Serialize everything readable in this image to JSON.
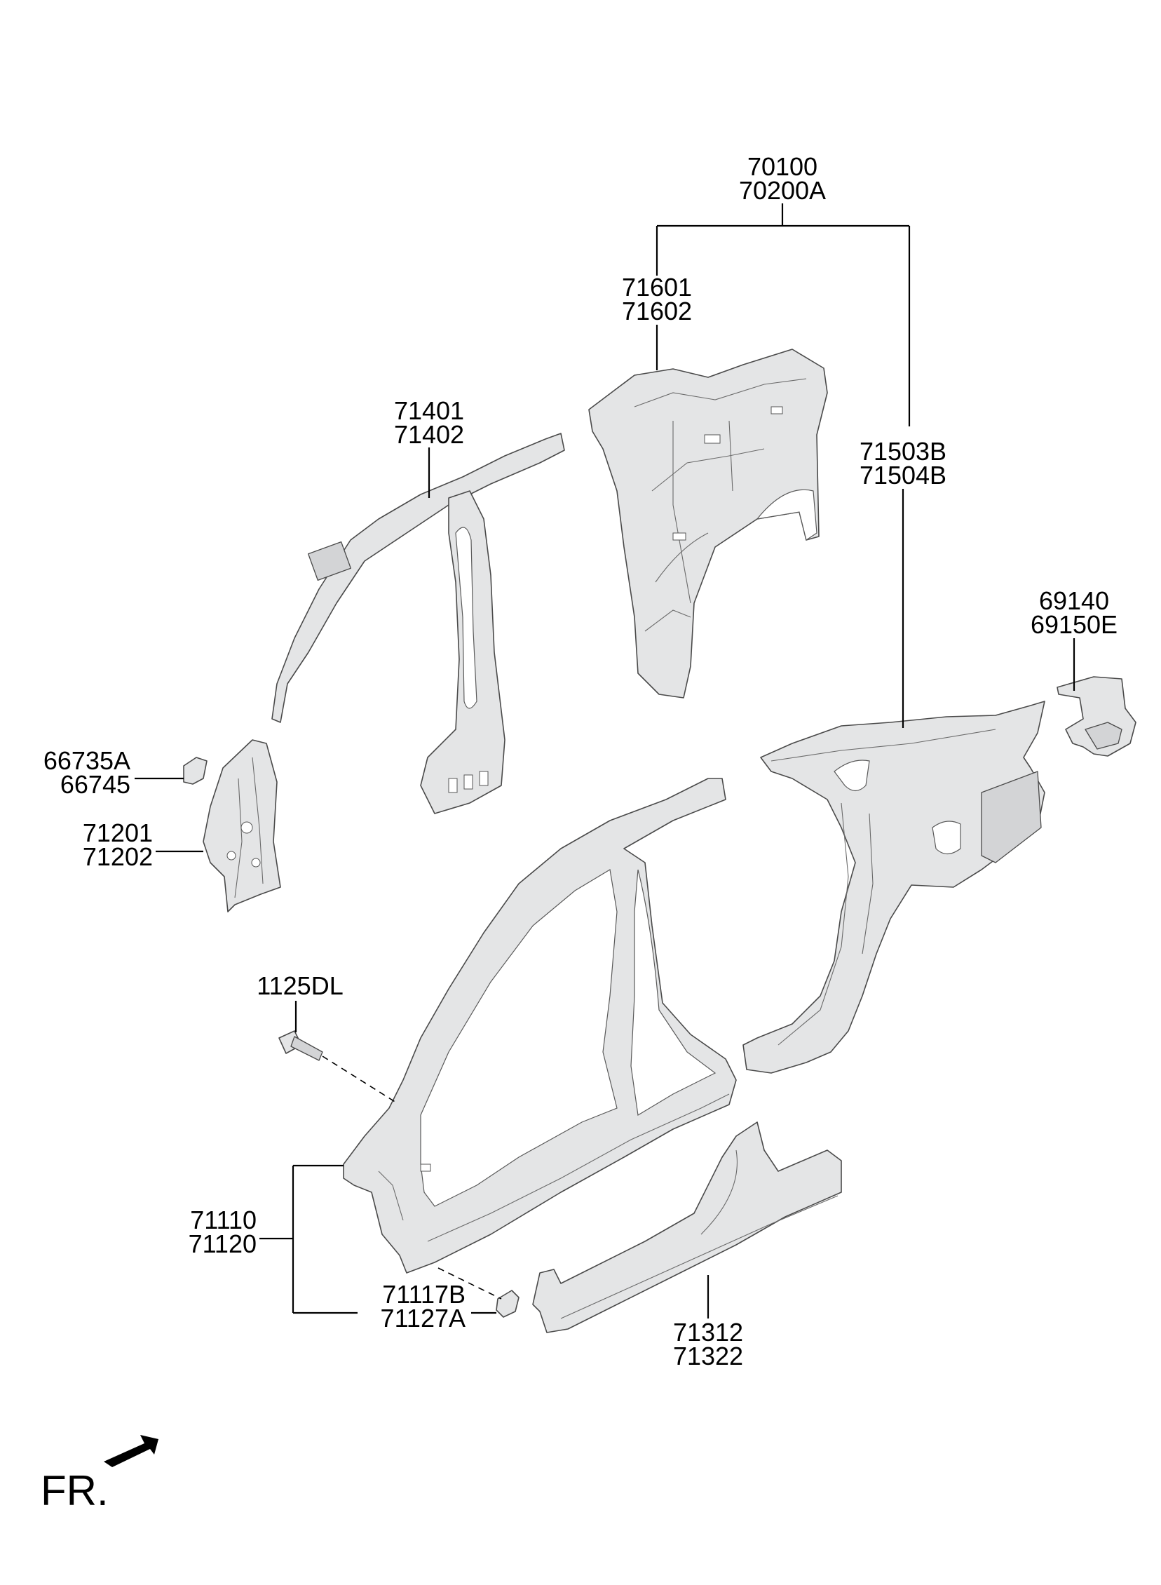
{
  "title": "",
  "labels": {
    "assembly": [
      "70100",
      "70200A"
    ],
    "wheelhouse": [
      "71601",
      "71602"
    ],
    "quarter_panel": [
      "71503B",
      "71504B"
    ],
    "roof_rail": [
      "71401",
      "71402"
    ],
    "bracket_top_right": [
      "69140",
      "69150E"
    ],
    "cowl_bracket": [
      "66735A",
      "66745"
    ],
    "front_pillar_inner": [
      "71201",
      "71202"
    ],
    "bolt": [
      "1125DL"
    ],
    "side_outer": [
      "71110",
      "71120"
    ],
    "small_bracket": [
      "71117B",
      "71127A"
    ],
    "sill_reinforcement": [
      "71312",
      "71322"
    ]
  },
  "direction_marker": {
    "text": "FR.",
    "icon": "front-direction-arrow-icon"
  },
  "colors": {
    "part_fill": "#e4e5e6",
    "line": "#000000"
  }
}
